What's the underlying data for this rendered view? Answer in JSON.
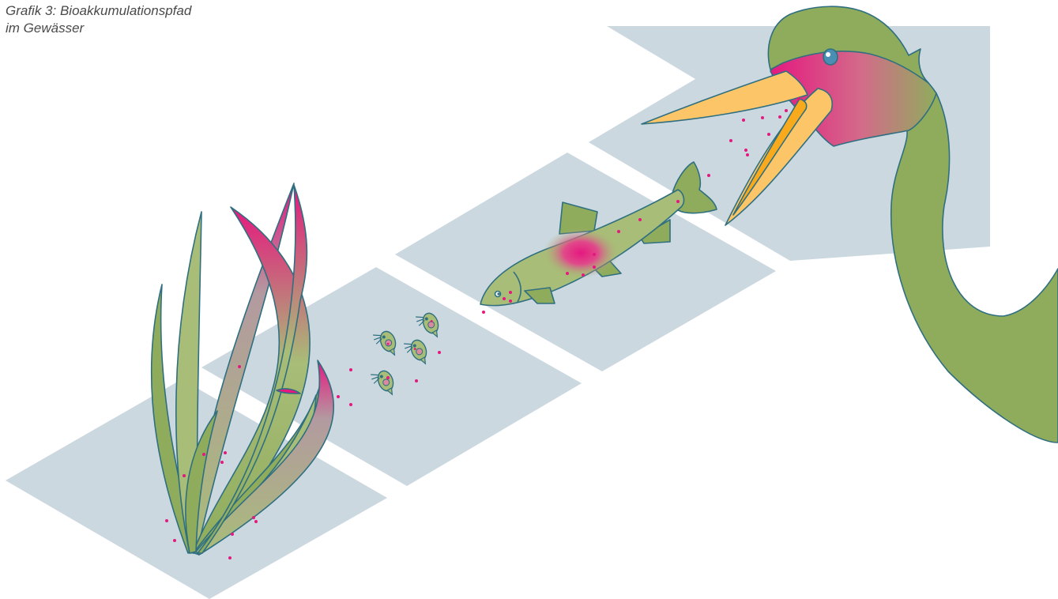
{
  "caption": {
    "line1": "Grafik 3: Bioakkumulationspfad",
    "line2": "im Gewässer"
  },
  "stages": [
    "aquatic-plants",
    "zooplankton",
    "fish",
    "heron"
  ],
  "colors": {
    "water_tile": "#cbd8e0",
    "organism_green": "#8fac5c",
    "organism_light_green": "#a8bd78",
    "outline": "#2f6f80",
    "pollutant_magenta": "#e5187f",
    "beak_orange": "#fcc668",
    "beak_dark_orange": "#f8a91c",
    "eye_blue": "#4b8eb3"
  }
}
